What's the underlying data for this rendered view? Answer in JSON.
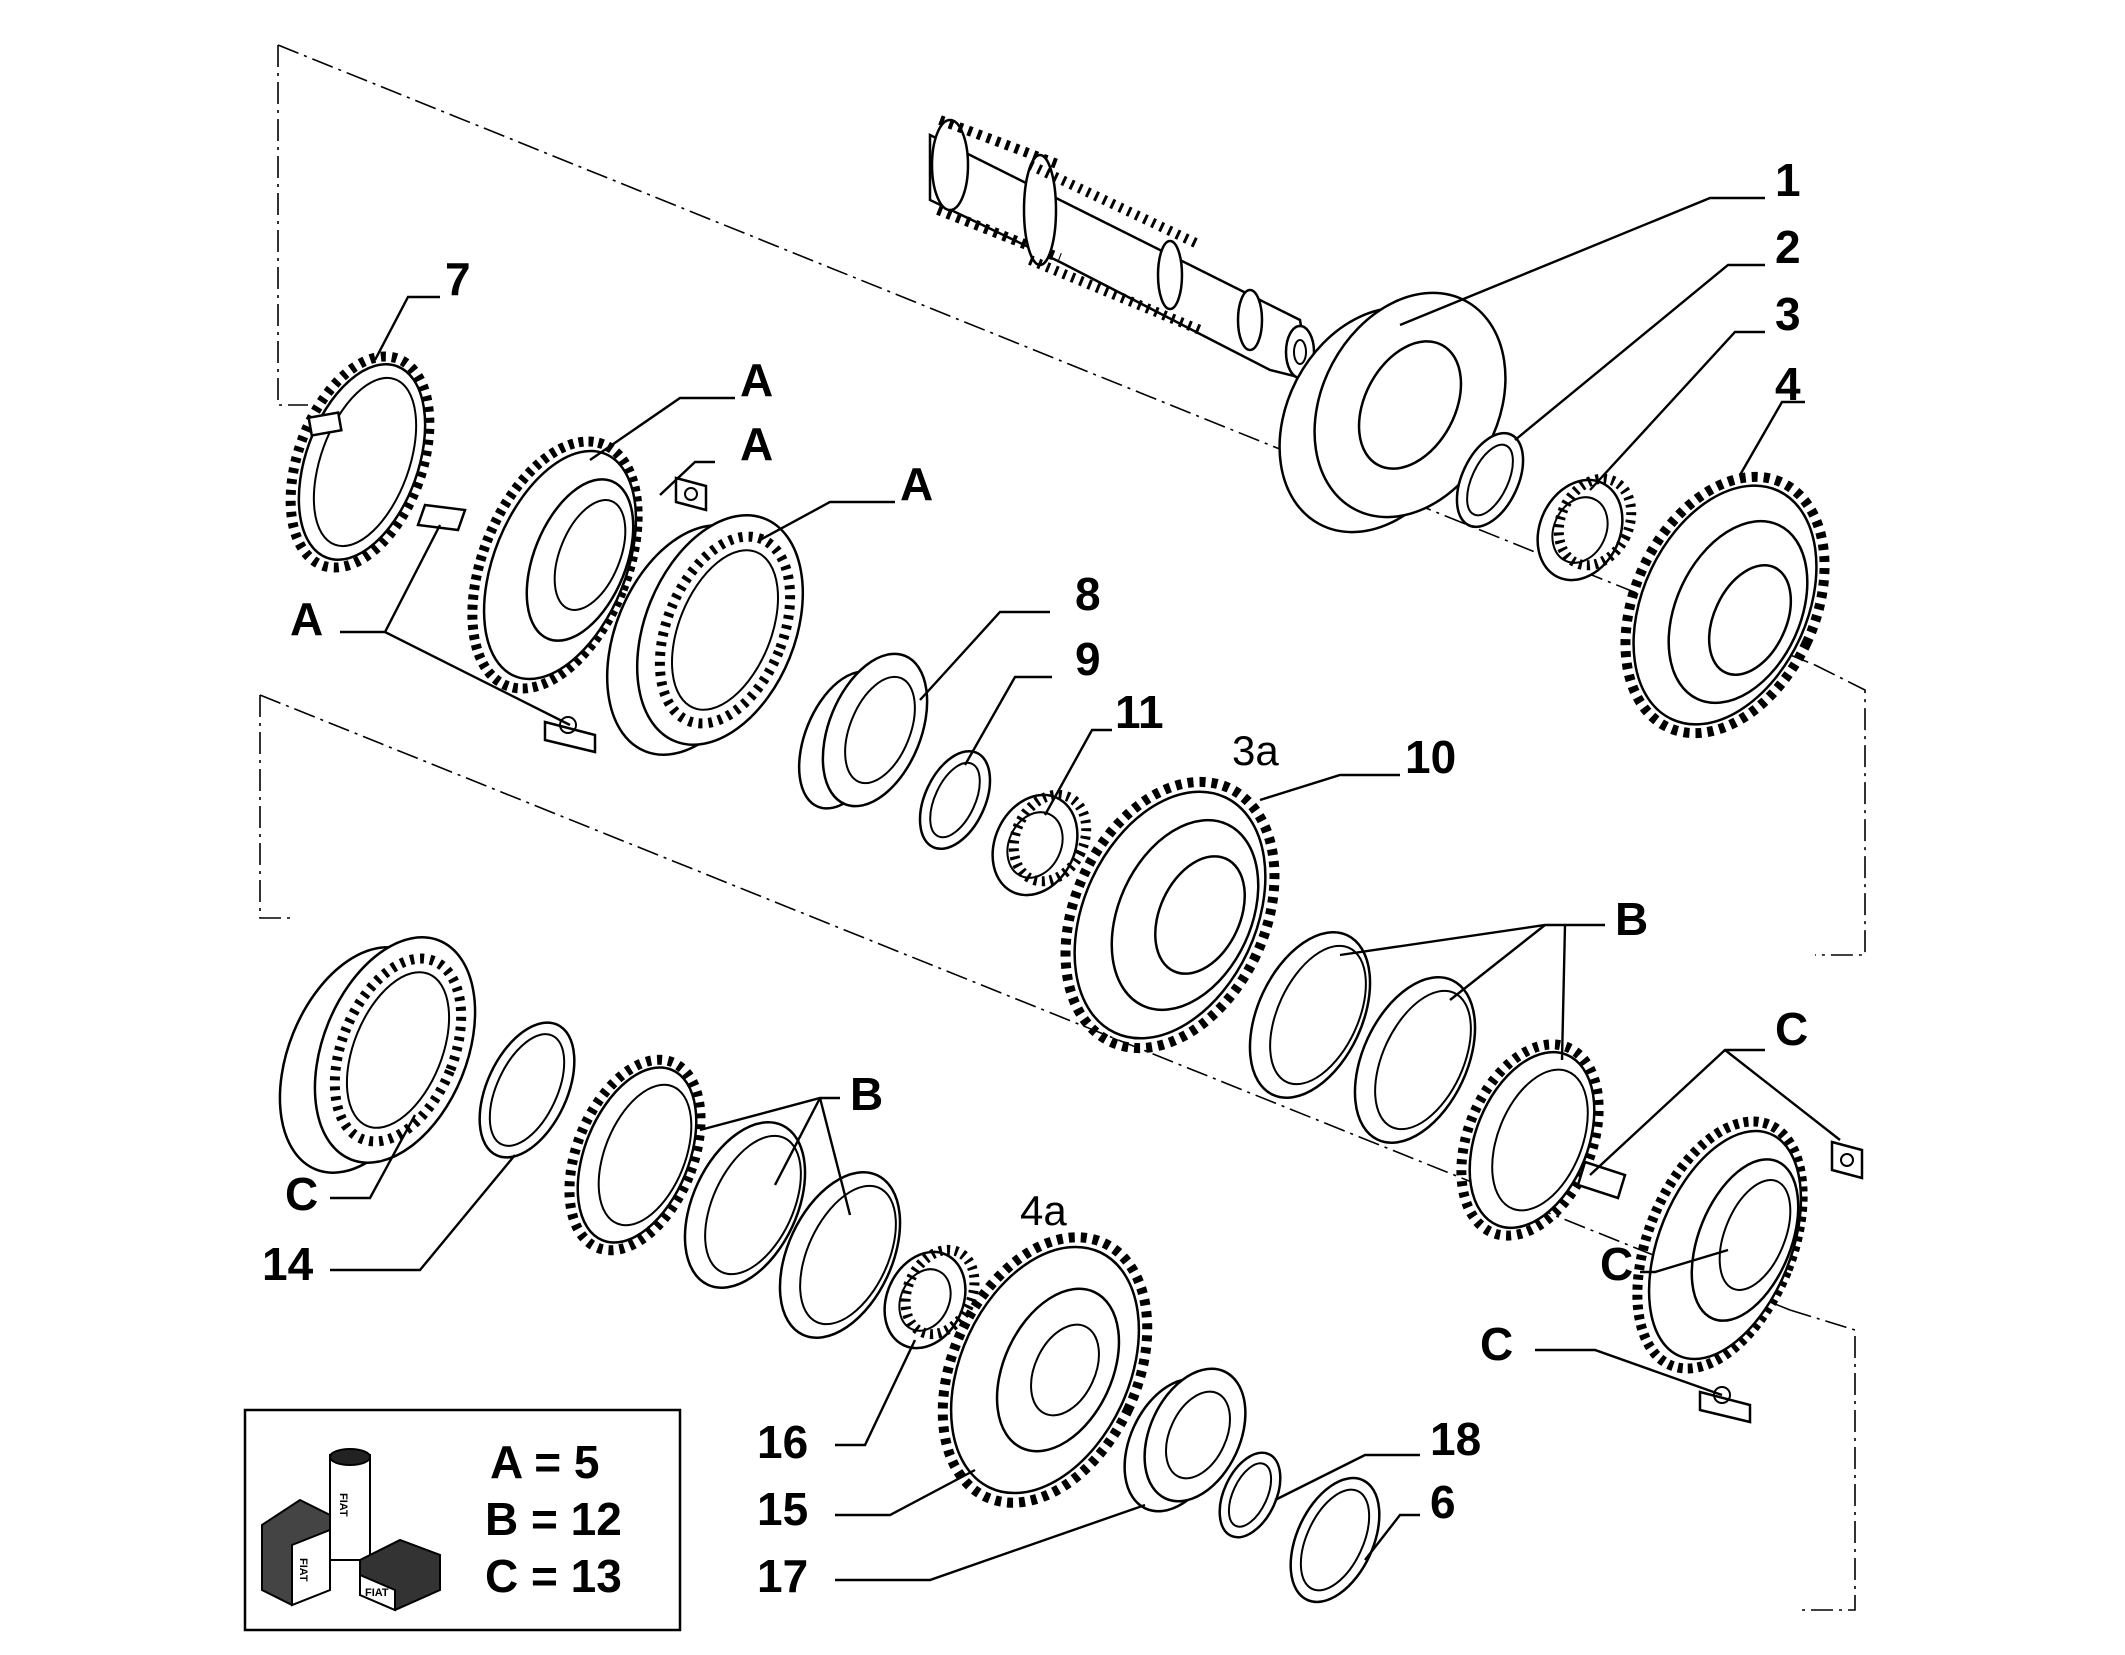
{
  "diagram": {
    "callouts": {
      "p1": "1",
      "p2": "2",
      "p3": "3",
      "p4": "4",
      "p6": "6",
      "p7": "7",
      "p8": "8",
      "p9": "9",
      "p10": "10",
      "p11": "11",
      "p14": "14",
      "p15": "15",
      "p16": "16",
      "p17": "17",
      "p18": "18",
      "a1": "A",
      "a2": "A",
      "a3": "A",
      "a4": "A",
      "b1": "B",
      "b2": "B",
      "c1": "C",
      "c2": "C",
      "c3": "C",
      "c4": "C",
      "gear3a": "3a",
      "gear4a": "4a"
    },
    "legend": {
      "rows": [
        "A = 5",
        "B = 12",
        "C = 13"
      ],
      "icon": "fiat-parts-kit-icon",
      "brand_marks": [
        "FIAT",
        "FIAT",
        "FIAT"
      ]
    }
  }
}
